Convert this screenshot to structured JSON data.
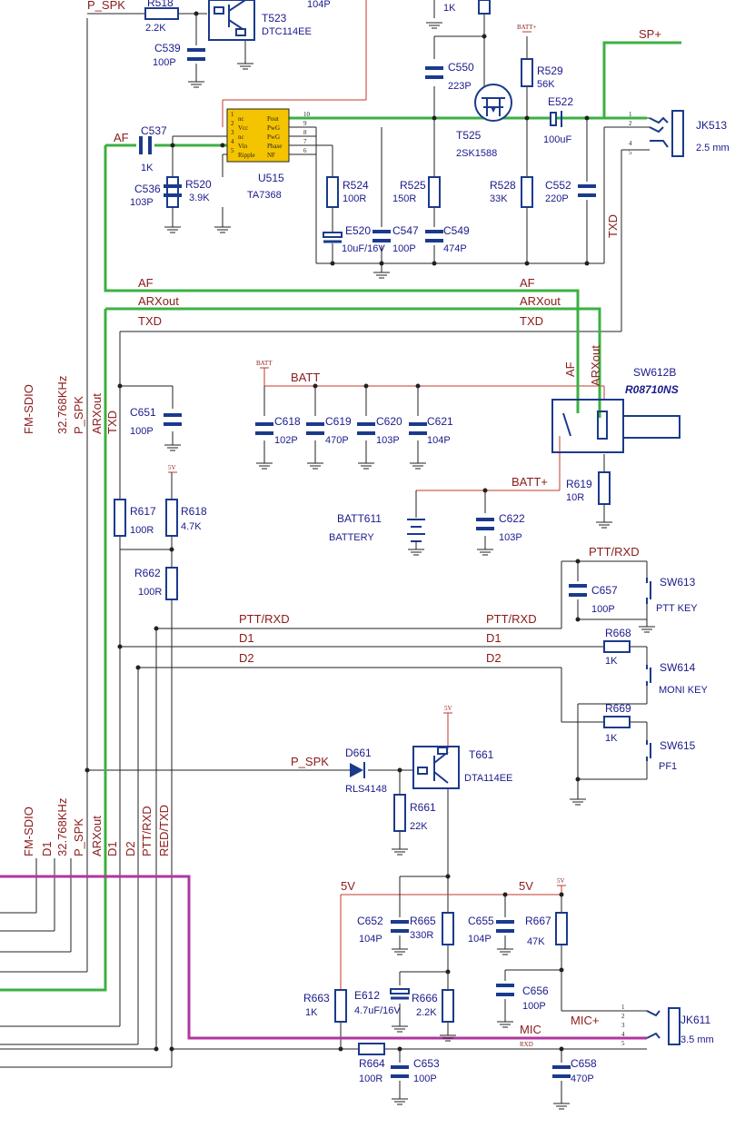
{
  "nets": {
    "p_spk": "P_SPK",
    "sp_plus": "SP+",
    "af": "AF",
    "arxout": "ARXout",
    "txd": "TXD",
    "batt": "BATT",
    "batt_plus": "BATT+",
    "ptt_rxd": "PTT/RXD",
    "d1": "D1",
    "d2": "D2",
    "five_v": "5V",
    "mic": "MIC",
    "mic_plus": "MIC+",
    "fm_sdio": "FM-SDIO",
    "k32": "32.768KHz",
    "red_txd": "RED/TXD"
  },
  "power_tags": {
    "batt": "BATT",
    "five_v": "5V",
    "batt_plus": "BATT+",
    "rxd": "RXD"
  },
  "components": {
    "r518": {
      "ref": "R518",
      "value": "2.2K"
    },
    "c539": {
      "ref": "C539",
      "value": "100P"
    },
    "t523": {
      "ref": "T523",
      "value": "DTC114EE"
    },
    "top_104p": {
      "value": "104P"
    },
    "top_1k": {
      "value": "1K"
    },
    "c537": {
      "ref": "C537",
      "value": "1K"
    },
    "c536": {
      "ref": "C536",
      "value": "103P"
    },
    "r520": {
      "ref": "R520",
      "value": "3.9K"
    },
    "u515": {
      "ref": "U515",
      "value": "TA7368"
    },
    "r524": {
      "ref": "R524",
      "value": "100R"
    },
    "e520": {
      "ref": "E520",
      "value": "10uF/16V"
    },
    "c547": {
      "ref": "C547",
      "value": "100P"
    },
    "c550": {
      "ref": "C550",
      "value": "223P"
    },
    "t525": {
      "ref": "T525",
      "value": "2SK1588"
    },
    "r525": {
      "ref": "R525",
      "value": "150R"
    },
    "c549": {
      "ref": "C549",
      "value": "474P"
    },
    "r529": {
      "ref": "R529",
      "value": "56K"
    },
    "e522": {
      "ref": "E522",
      "value": "100uF"
    },
    "r528": {
      "ref": "R528",
      "value": "33K"
    },
    "c552": {
      "ref": "C552",
      "value": "220P"
    },
    "jk513": {
      "ref": "JK513",
      "value": "2.5 mm"
    },
    "c651": {
      "ref": "C651",
      "value": "100P"
    },
    "c618": {
      "ref": "C618",
      "value": "102P"
    },
    "c619": {
      "ref": "C619",
      "value": "470P"
    },
    "c620": {
      "ref": "C620",
      "value": "103P"
    },
    "c621": {
      "ref": "C621",
      "value": "104P"
    },
    "sw612b": {
      "ref": "SW612B",
      "value": "R08710NS"
    },
    "r619": {
      "ref": "R619",
      "value": "10R"
    },
    "r617": {
      "ref": "R617",
      "value": "100R"
    },
    "r618": {
      "ref": "R618",
      "value": "4.7K"
    },
    "batt611": {
      "ref": "BATT611",
      "value": "BATTERY"
    },
    "c622": {
      "ref": "C622",
      "value": "103P"
    },
    "r662": {
      "ref": "R662",
      "value": "100R"
    },
    "c657": {
      "ref": "C657",
      "value": "100P"
    },
    "sw613": {
      "ref": "SW613",
      "value": "PTT KEY"
    },
    "r668": {
      "ref": "R668",
      "value": "1K"
    },
    "sw614": {
      "ref": "SW614",
      "value": "MONI KEY"
    },
    "r669": {
      "ref": "R669",
      "value": "1K"
    },
    "sw615": {
      "ref": "SW615",
      "value": "PF1"
    },
    "d661": {
      "ref": "D661",
      "value": "RLS4148"
    },
    "t661": {
      "ref": "T661",
      "value": "DTA114EE"
    },
    "r661": {
      "ref": "R661",
      "value": "22K"
    },
    "c652": {
      "ref": "C652",
      "value": "104P"
    },
    "r665": {
      "ref": "R665",
      "value": "330R"
    },
    "c655": {
      "ref": "C655",
      "value": "104P"
    },
    "r667": {
      "ref": "R667",
      "value": "47K"
    },
    "e612": {
      "ref": "E612",
      "value": "4.7uF/16V"
    },
    "r666": {
      "ref": "R666",
      "value": "2.2K"
    },
    "c656": {
      "ref": "C656",
      "value": "100P"
    },
    "r663": {
      "ref": "R663",
      "value": "1K"
    },
    "jk611": {
      "ref": "JK611",
      "value": "3.5 mm"
    },
    "r664": {
      "ref": "R664",
      "value": "100R"
    },
    "c653": {
      "ref": "C653",
      "value": "100P"
    },
    "c658": {
      "ref": "C658",
      "value": "470P"
    }
  },
  "u515_pins": {
    "left": [
      "nc",
      "Vcc",
      "nc",
      "Vin",
      "Ripple"
    ],
    "right": [
      "Pout",
      "PwG",
      "PwG",
      "Phase",
      "NF"
    ],
    "left_nums": [
      "1",
      "2",
      "3",
      "4",
      "5"
    ],
    "right_nums": [
      "10",
      "9",
      "8",
      "7",
      "6"
    ]
  },
  "jack_pins": [
    "1",
    "2",
    "3",
    "4",
    "5"
  ]
}
